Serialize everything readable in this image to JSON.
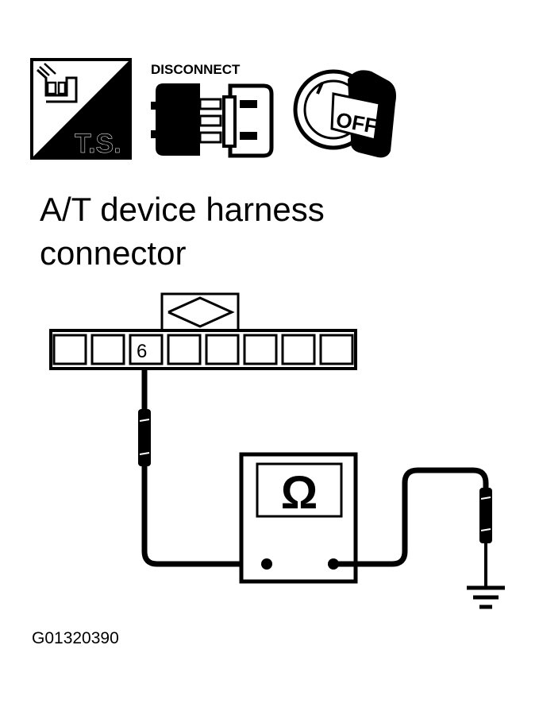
{
  "icons": {
    "ts_label": "T.S.",
    "disconnect_label": "DISCONNECT",
    "off_label": "OFF"
  },
  "title": {
    "line1": "A/T device harness",
    "line2": "connector"
  },
  "connector": {
    "pin_label": "6",
    "cavity_count": 8
  },
  "meter": {
    "symbol": "Ω"
  },
  "figure_code": "G01320390",
  "colors": {
    "ink": "#000000",
    "paper": "#ffffff"
  }
}
